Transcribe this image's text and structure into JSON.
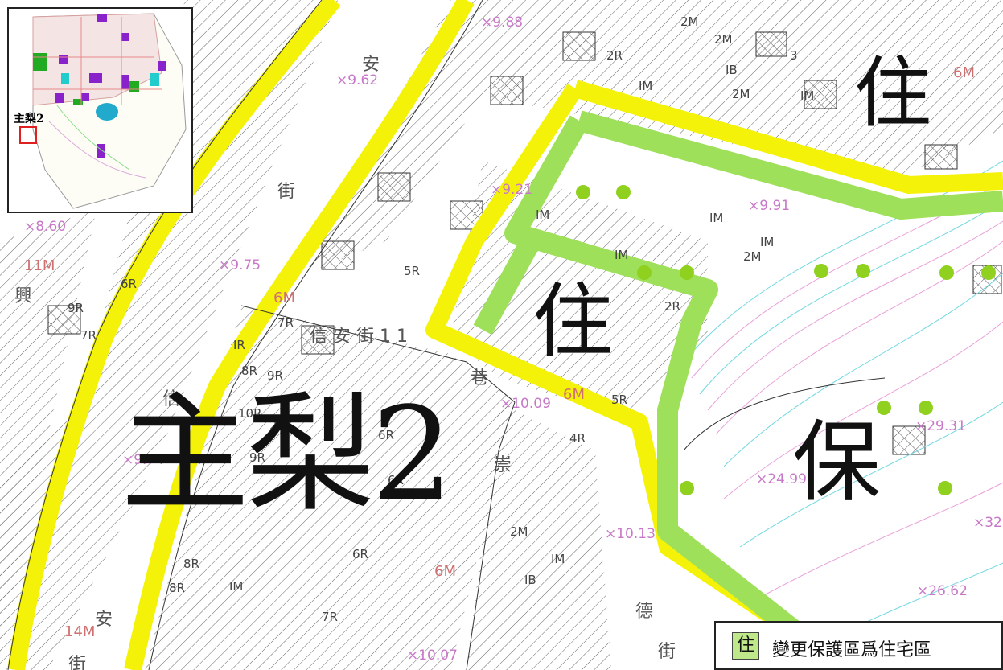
{
  "labels": {
    "zone_top": "住",
    "zone_center": "住",
    "zone_protect": "保",
    "zone_main": "主梨2"
  },
  "elevations": [
    "×9.88",
    "×9.62",
    "×9.21",
    "×9.91",
    "×8.60",
    "×9.75",
    "×10.09",
    "×9.74",
    "×24.99",
    "×29.31",
    "×10.13",
    "×26.62",
    "×10.07",
    "×32."
  ],
  "streets": [
    "安",
    "街",
    "興",
    "信",
    "信 安 街 1 1",
    "巷",
    "崇",
    "德",
    "街",
    "安",
    "街"
  ],
  "road_widths": [
    "6M",
    "11M",
    "14M",
    "6M",
    "6M",
    "6M"
  ],
  "building_tags": [
    "2M",
    "2M",
    "3",
    "2R",
    "IM",
    "IB",
    "2M",
    "IM",
    "5R",
    "6R",
    "9R",
    "7R",
    "7R",
    "IR",
    "8R",
    "9R",
    "10R",
    "2R",
    "6R",
    "9R",
    "6R",
    "4R",
    "2M",
    "IM",
    "IB",
    "6R",
    "8R",
    "8R",
    "IM",
    "7R",
    "5R",
    "2R",
    "IM",
    "IM",
    "2M",
    "IM",
    "IM"
  ],
  "inset": {
    "label": "主梨2"
  },
  "legend": {
    "swatch_char": "住",
    "text": "變更保護區爲住宅區"
  },
  "colors": {
    "road_buffer": "#f5f20a",
    "rezone_fill": "#9fe05a",
    "hatch": "#555555",
    "contour_pink": "#e8a0d8",
    "contour_cyan": "#70d8e0",
    "elevation": "#c878c8",
    "inset_marker": "#e02020"
  }
}
